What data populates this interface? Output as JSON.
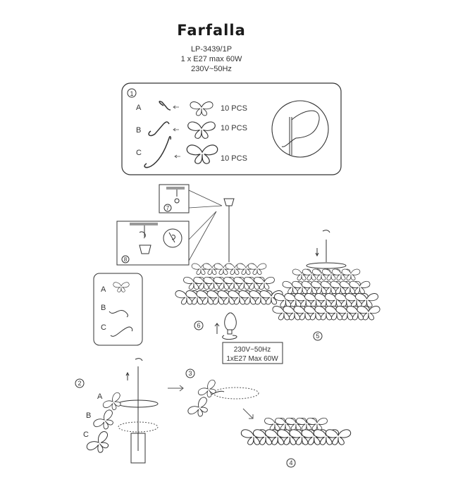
{
  "header": {
    "title": "Farfalla",
    "model": "LP-3439/1P",
    "lamp": "1 x E27 max 60W",
    "voltage": "230V~50Hz"
  },
  "step1": {
    "number": "1",
    "parts": [
      {
        "letter": "A",
        "qty": "10 PCS"
      },
      {
        "letter": "B",
        "qty": "10 PCS"
      },
      {
        "letter": "C",
        "qty": "10 PCS"
      }
    ]
  },
  "steps": {
    "s2": "2",
    "s3": "3",
    "s4": "4",
    "s5": "5",
    "s6": "6",
    "s7": "7",
    "s8": "8"
  },
  "legend_box": {
    "letters": [
      "A",
      "B",
      "C"
    ]
  },
  "assembly_labels": {
    "a": "A",
    "b": "B",
    "c": "C"
  },
  "rating_label": {
    "line1": "230V~50Hz",
    "line2": "1xE27 Max 60W"
  }
}
